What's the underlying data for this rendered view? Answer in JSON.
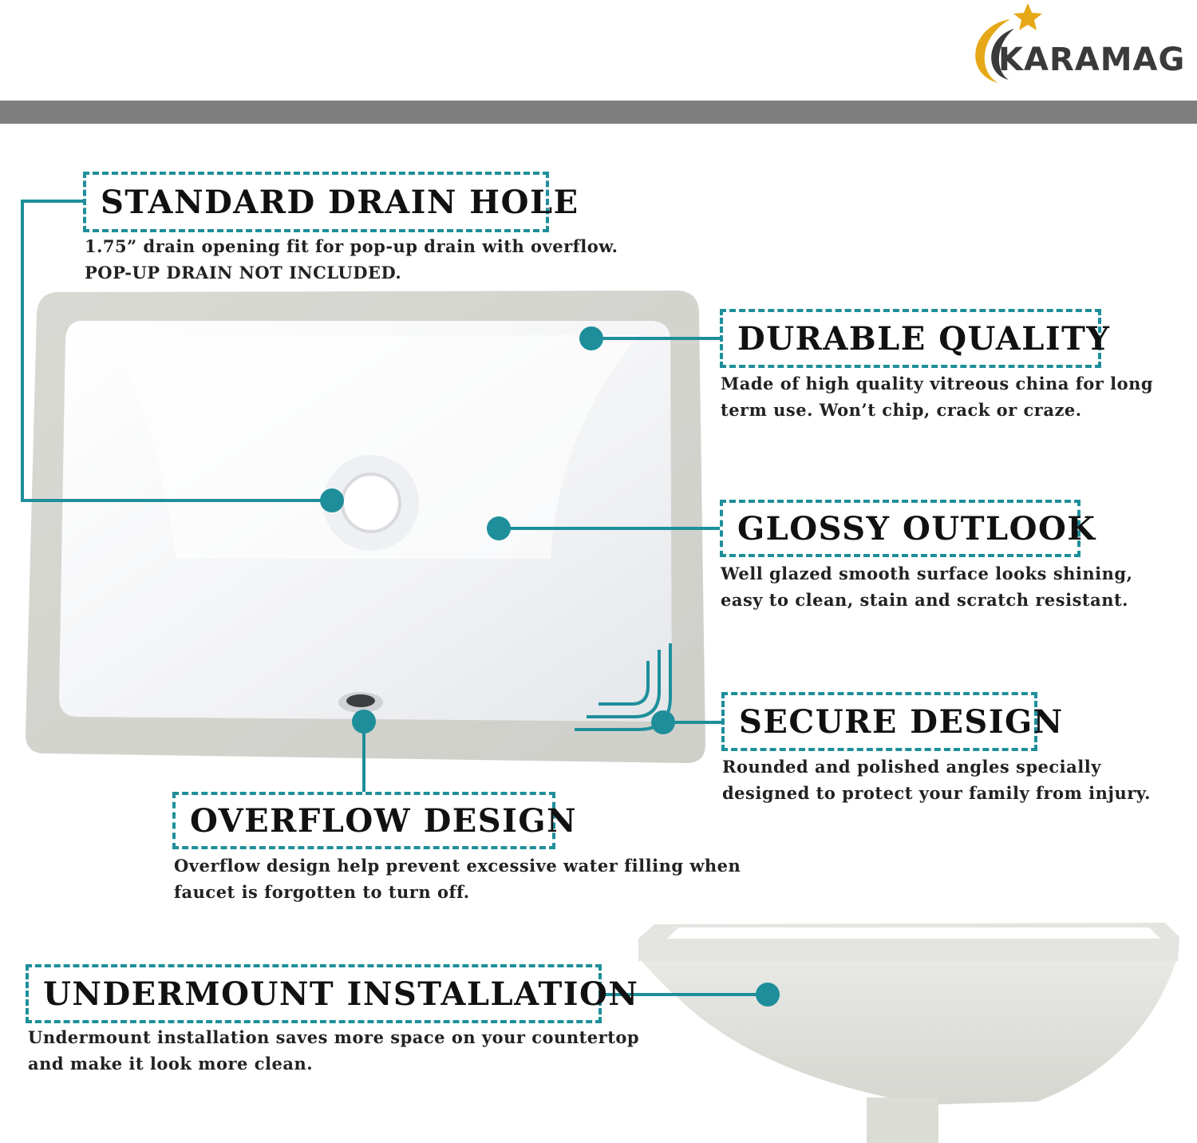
{
  "brand": {
    "name": "KARAMAG"
  },
  "features": {
    "drain_hole": {
      "title": "STANDARD DRAIN HOLE",
      "desc_line1": "1.75” drain opening fit for pop-up drain with overflow.",
      "desc_line2": "POP-UP DRAIN NOT INCLUDED."
    },
    "durable": {
      "title": "DURABLE QUALITY",
      "desc_line1": "Made of high quality vitreous china for long",
      "desc_line2": "term use. Won’t chip, crack or craze."
    },
    "glossy": {
      "title": "GLOSSY OUTLOOK",
      "desc_line1": "Well glazed smooth surface looks shining,",
      "desc_line2": "easy to clean, stain and scratch resistant."
    },
    "secure": {
      "title": "SECURE DESIGN",
      "desc_line1": "Rounded and polished angles specially",
      "desc_line2": "designed to protect your family from injury."
    },
    "overflow": {
      "title": "OVERFLOW DESIGN",
      "desc_line1": "Overflow design help prevent excessive water filling when",
      "desc_line2": "faucet is forgotten to turn off."
    },
    "undermount": {
      "title": "UNDERMOUNT INSTALLATION",
      "desc_line1": "Undermount installation saves more space on your countertop",
      "desc_line2": "and make it look more clean."
    }
  },
  "colors": {
    "accent": "#1e8f9a",
    "bar": "#7e7e7e",
    "logo_gold": "#e6a817"
  }
}
